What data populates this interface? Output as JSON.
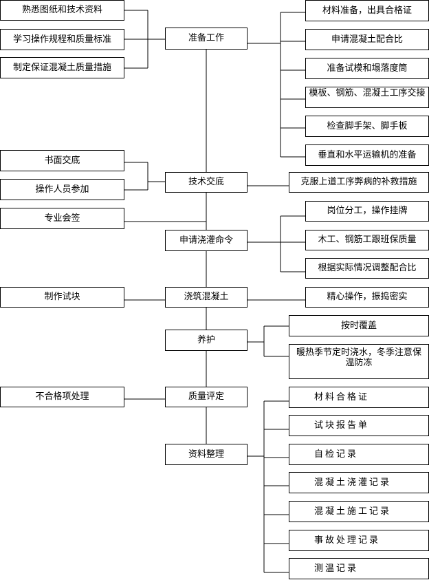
{
  "main_steps": {
    "prepare": "准备工作",
    "tech_brief": "技术交底",
    "apply_pour": "申请浇灌命令",
    "pour": "浇筑混凝土",
    "cure": "养护",
    "quality": "质量评定",
    "docs": "资料整理"
  },
  "left_boxes": {
    "familiarize": "熟悉图纸和技术资料",
    "study_rules": "学习操作规程和质量标准",
    "quality_measures": "制定保证混凝土质量措施",
    "written_brief": "书面交底",
    "operators_join": "操作人员参加",
    "specialty_sign": "专业会签",
    "make_samples": "制作试块",
    "nonconforming": "不合格项处理"
  },
  "right_boxes": {
    "materials": "材料准备，出具合格证",
    "mix_ratio": "申请混凝土配合比",
    "test_molds": "准备试模和塌落度筒",
    "formwork": "模板、钢筋、混凝土工序交接",
    "scaffold": "检查脚手架、脚手板",
    "transport": "垂直和水平运输机的准备",
    "remedy": "克服上道工序弊病的补救措施",
    "posts": "岗位分工，操作挂牌",
    "carpenters": "木工、钢筋工跟班保质量",
    "adjust_mix": "根据实际情况调整配合比",
    "vibrate": "精心操作，振捣密实",
    "cover": "按时覆盖",
    "water_warm": "暖热季节定时浇水，冬季注意保温防冻"
  },
  "doc_items": [
    "材料合格证",
    "试块报告单",
    "自检记录",
    "混凝土浇灌记录",
    "混凝土施工记录",
    "事故处理记录",
    "测温记录"
  ]
}
